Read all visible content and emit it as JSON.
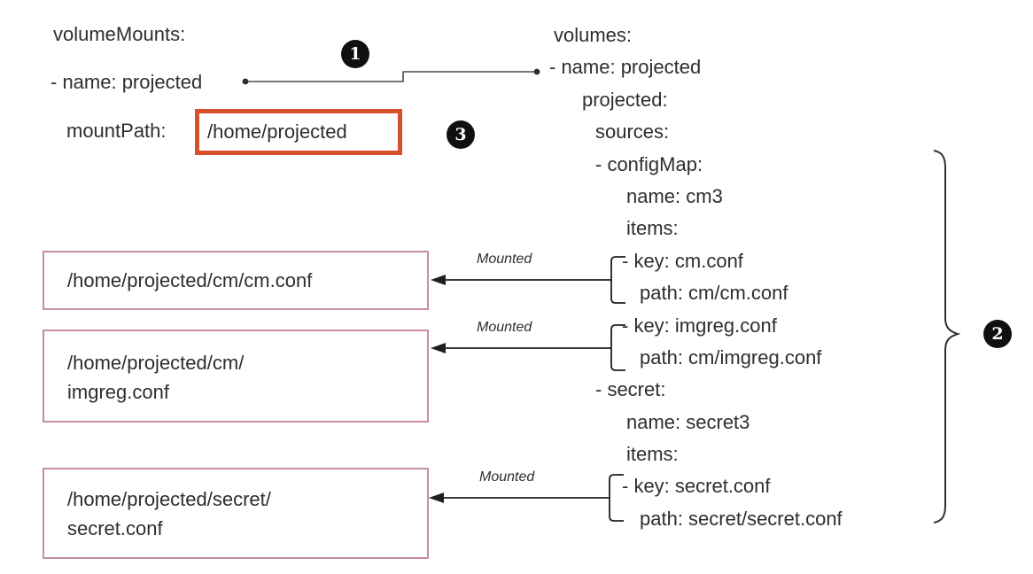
{
  "left_yaml": {
    "line1": "volumeMounts:",
    "line2": "- name: projected",
    "mount_key": "mountPath:",
    "mount_value": "/home/projected"
  },
  "right_yaml": {
    "lines": [
      {
        "text": "volumes:"
      },
      {
        "text": "- name: projected"
      },
      {
        "text": "projected:"
      },
      {
        "text": "sources:"
      },
      {
        "text": "- configMap:"
      },
      {
        "text": "name: cm3"
      },
      {
        "text": "items:"
      },
      {
        "text": "- key: cm.conf"
      },
      {
        "text": "path: cm/cm.conf"
      },
      {
        "text": "- key: imgreg.conf"
      },
      {
        "text": "path: cm/imgreg.conf"
      },
      {
        "text": "- secret:"
      },
      {
        "text": "name: secret3"
      },
      {
        "text": "items:"
      },
      {
        "text": "- key: secret.conf"
      },
      {
        "text": "path: secret/secret.conf"
      }
    ]
  },
  "mounted_boxes": [
    {
      "line1": "/home/projected/cm/cm.conf",
      "line2": ""
    },
    {
      "line1": "/home/projected/cm/",
      "line2": "imgreg.conf"
    },
    {
      "line1": "/home/projected/secret/",
      "line2": "secret.conf"
    }
  ],
  "labels": {
    "mounted": "Mounted"
  },
  "badges": [
    {
      "n": "1"
    },
    {
      "n": "2"
    },
    {
      "n": "3"
    }
  ],
  "colors": {
    "highlight_red": "#d94e2b",
    "box_pink": "#c88ca8",
    "line": "#2f2f2f",
    "text": "#2e2e2e"
  }
}
